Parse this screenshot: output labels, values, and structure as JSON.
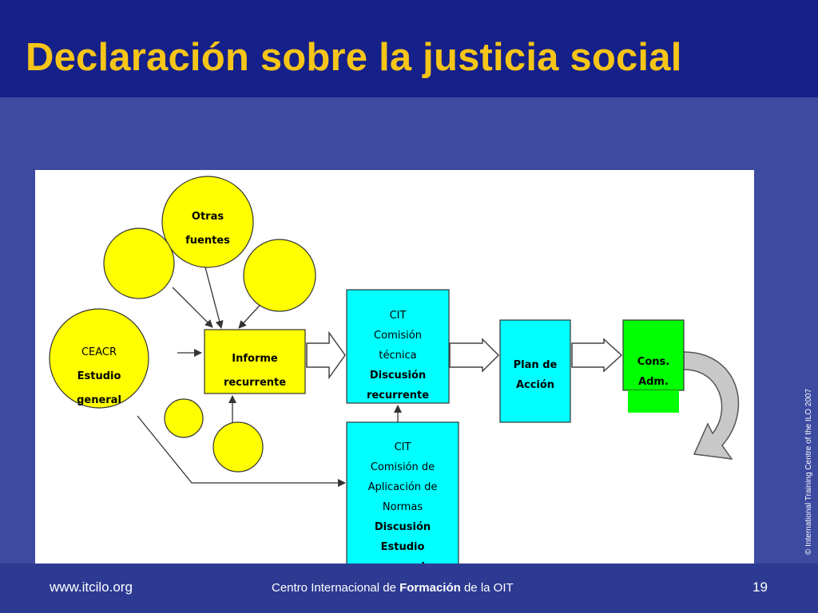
{
  "slide": {
    "title": "Declaración sobre la justicia social",
    "footer_url": "www.itcilo.org",
    "footer_center_pre": "Centro Internacional de ",
    "footer_center_bold": "Formación",
    "footer_center_post": " de la OIT",
    "page_number": "19",
    "copyright": "© International Training Centre of the ILO 2007"
  },
  "diagram": {
    "otras_fuentes": [
      "Otras",
      "fuentes"
    ],
    "ceacr": [
      "CEACR",
      "Estudio",
      "general"
    ],
    "informe": [
      "Informe",
      "recurrente"
    ],
    "cit_tecnica": [
      "CIT",
      "Comisión",
      "técnica",
      "Discusión",
      "recurrente"
    ],
    "cit_normas": [
      "CIT",
      "Comisión de",
      "Aplicación de",
      "Normas",
      "Discusión",
      "Estudio",
      "general"
    ],
    "plan": [
      "Plan de",
      "Acción"
    ],
    "cons": [
      "Cons.",
      "Adm."
    ]
  },
  "colors": {
    "title_text": "#f5c518",
    "title_band": "#16208a",
    "slide_background": "#3c4aa0",
    "yellow_node": "#ffff00",
    "cyan_node": "#00ffff",
    "green_node": "#00ff00",
    "curved_arrow_gray": "#c8c8c8"
  }
}
